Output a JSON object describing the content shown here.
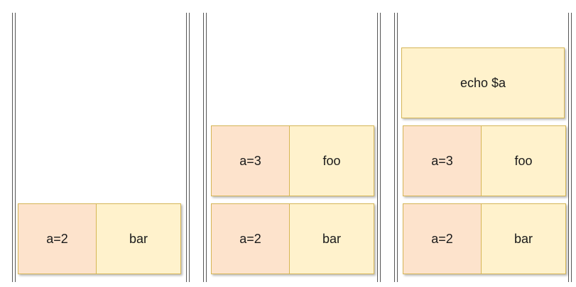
{
  "panels": [
    {
      "frames": [
        {
          "var": "a=2",
          "cmd": "bar"
        }
      ]
    },
    {
      "frames": [
        {
          "var": "a=3",
          "cmd": "foo"
        },
        {
          "var": "a=2",
          "cmd": "bar"
        }
      ]
    },
    {
      "top_command": "echo $a",
      "frames": [
        {
          "var": "a=3",
          "cmd": "foo"
        },
        {
          "var": "a=2",
          "cmd": "bar"
        }
      ]
    }
  ]
}
